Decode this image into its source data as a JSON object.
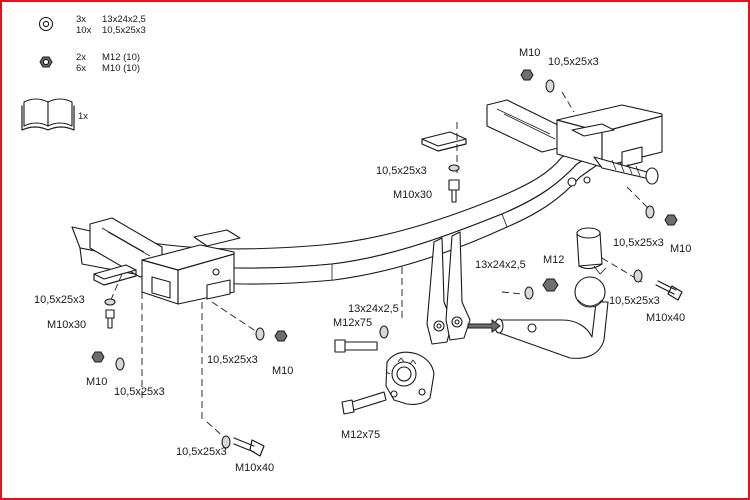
{
  "legend": {
    "washer": {
      "icon": "washer-icon",
      "qty1": "3x",
      "size1": "13x24x2,5",
      "qty2": "10x",
      "size2": "10,5x25x3"
    },
    "nut": {
      "icon": "nut-icon",
      "qty1": "2x",
      "size1": "M12 (10)",
      "qty2": "6x",
      "size2": "M10 (10)"
    },
    "manual": {
      "icon": "manual-book-icon",
      "qty": "1x"
    }
  },
  "labels": {
    "right_top_nut": "M10",
    "right_top_washer": "10,5x25x3",
    "center_washer": "10,5x25x3",
    "center_bolt": "M10x30",
    "right_mid_washer": "10,5x25x3",
    "right_mid_nut": "M10",
    "ball_washer": "13x24x2,5",
    "ball_nut": "M12",
    "right_low_washer": "10,5x25x3",
    "right_low_bolt": "M10x40",
    "pin_washer": "13x24x2,5",
    "pin_bolt": "M12x75",
    "left_washer": "10,5x25x3",
    "left_bolt": "M10x30",
    "mid_washer": "10,5x25x3",
    "mid_nut": "M10",
    "left_low_nut": "M10",
    "left_low_washer": "10,5x25x3",
    "bottom_bolt": "M12x75",
    "bottom_washer": "10,5x25x3",
    "bottom_bolt2": "M10x40"
  }
}
